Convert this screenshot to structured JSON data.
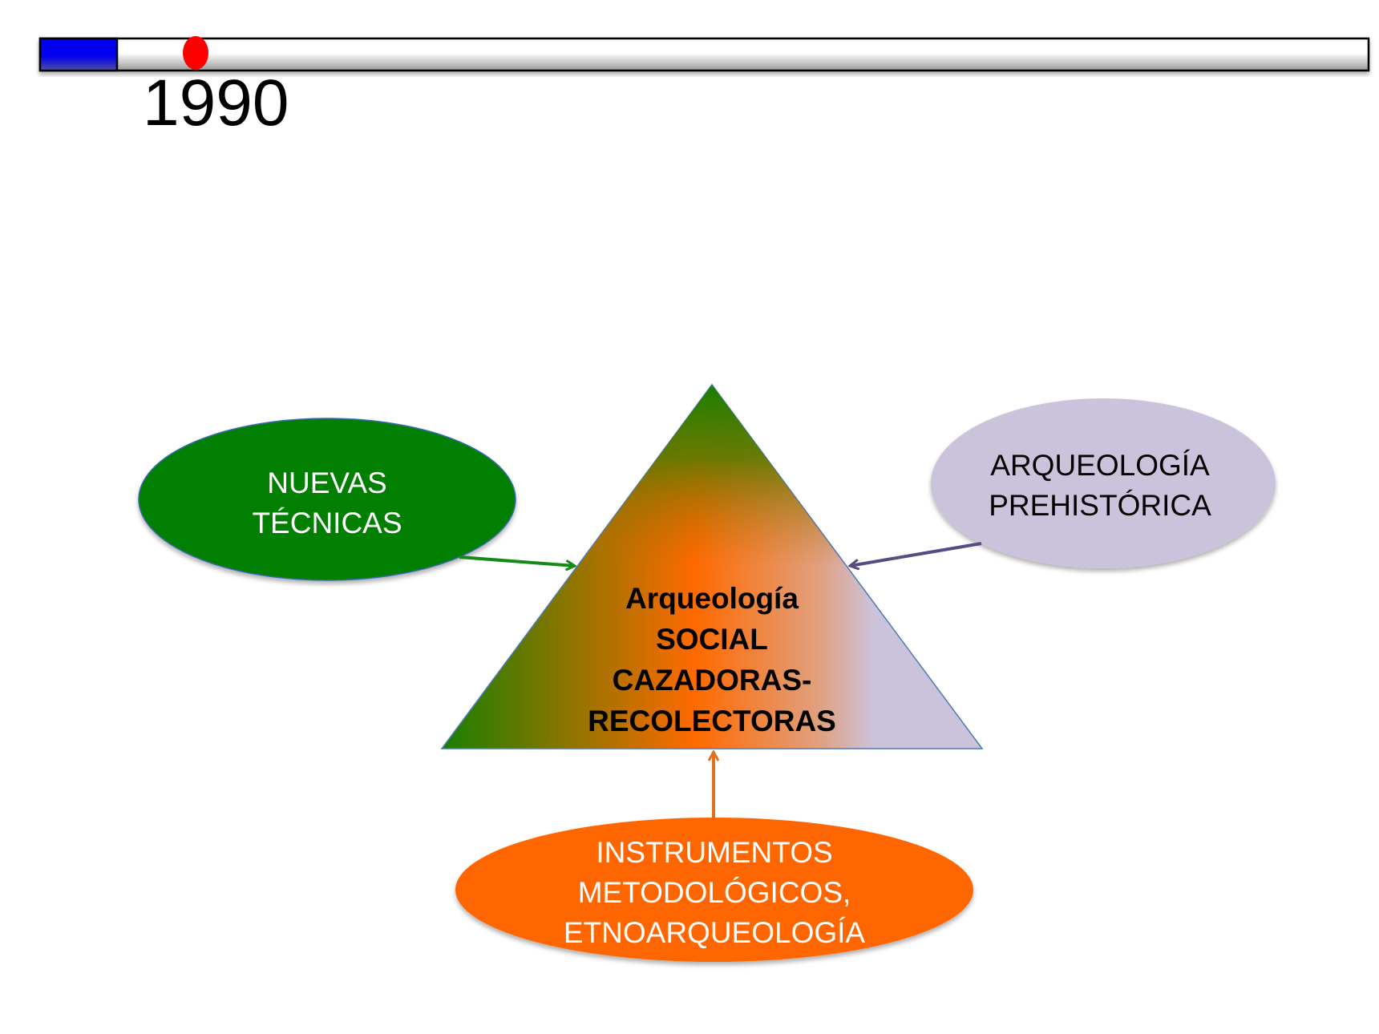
{
  "timeline": {
    "year_label": "1990",
    "progress_fraction": 0.058,
    "colors": {
      "filled": "#0000ee",
      "marker": "#ff0000"
    }
  },
  "diagram": {
    "center": {
      "lines": [
        "Arqueología",
        "SOCIAL",
        "CAZADORAS-",
        "RECOLECTORAS"
      ],
      "gradient_colors": [
        "#1a7f00",
        "#ff6a00",
        "#cbc3dc"
      ]
    },
    "nodes": {
      "left": {
        "lines": [
          "NUEVAS",
          "TÉCNICAS"
        ],
        "color": "#007f00",
        "text_color": "#ffffff",
        "arrow_color": "#168a16"
      },
      "right": {
        "lines": [
          "ARQUEOLOGÍA",
          "PREHISTÓRICA"
        ],
        "color": "#cbc3dc",
        "text_color": "#000000",
        "arrow_color": "#5a4a82"
      },
      "bottom": {
        "lines": [
          "INSTRUMENTOS",
          "METODOLÓGICOS,",
          "ETNOARQUEOLOGÍA"
        ],
        "color": "#ff6600",
        "text_color": "#ffffff",
        "arrow_color": "#e07020"
      }
    }
  }
}
